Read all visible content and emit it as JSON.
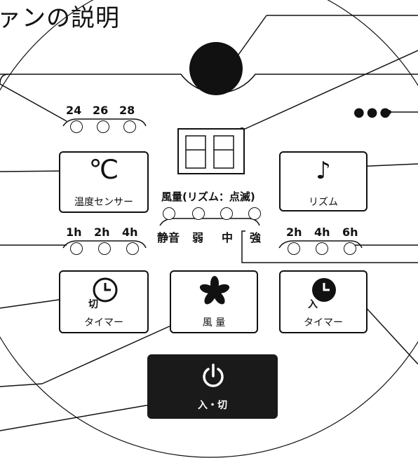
{
  "title": "ァンの説明",
  "dots": "●●●",
  "temp": {
    "labels": [
      "24",
      "26",
      "28"
    ]
  },
  "sensor": {
    "icon": "℃",
    "label": "温度センサー"
  },
  "rhythm": {
    "icon": "♪",
    "label": "リズム"
  },
  "windvol": {
    "title": "風量(リズム：点滅)",
    "levels": [
      "静音",
      "弱",
      "中",
      "強"
    ]
  },
  "off_timer": {
    "hours": [
      "1h",
      "2h",
      "4h"
    ],
    "badge": "切",
    "label": "タイマー"
  },
  "on_timer": {
    "hours": [
      "2h",
      "4h",
      "6h"
    ],
    "badge": "入",
    "label": "タイマー"
  },
  "fan_button": {
    "label": "風 量"
  },
  "power": {
    "label": "入・切"
  },
  "colors": {
    "ink": "#111111",
    "panel": "#ffffff",
    "power_bg": "#1a1a1a"
  }
}
